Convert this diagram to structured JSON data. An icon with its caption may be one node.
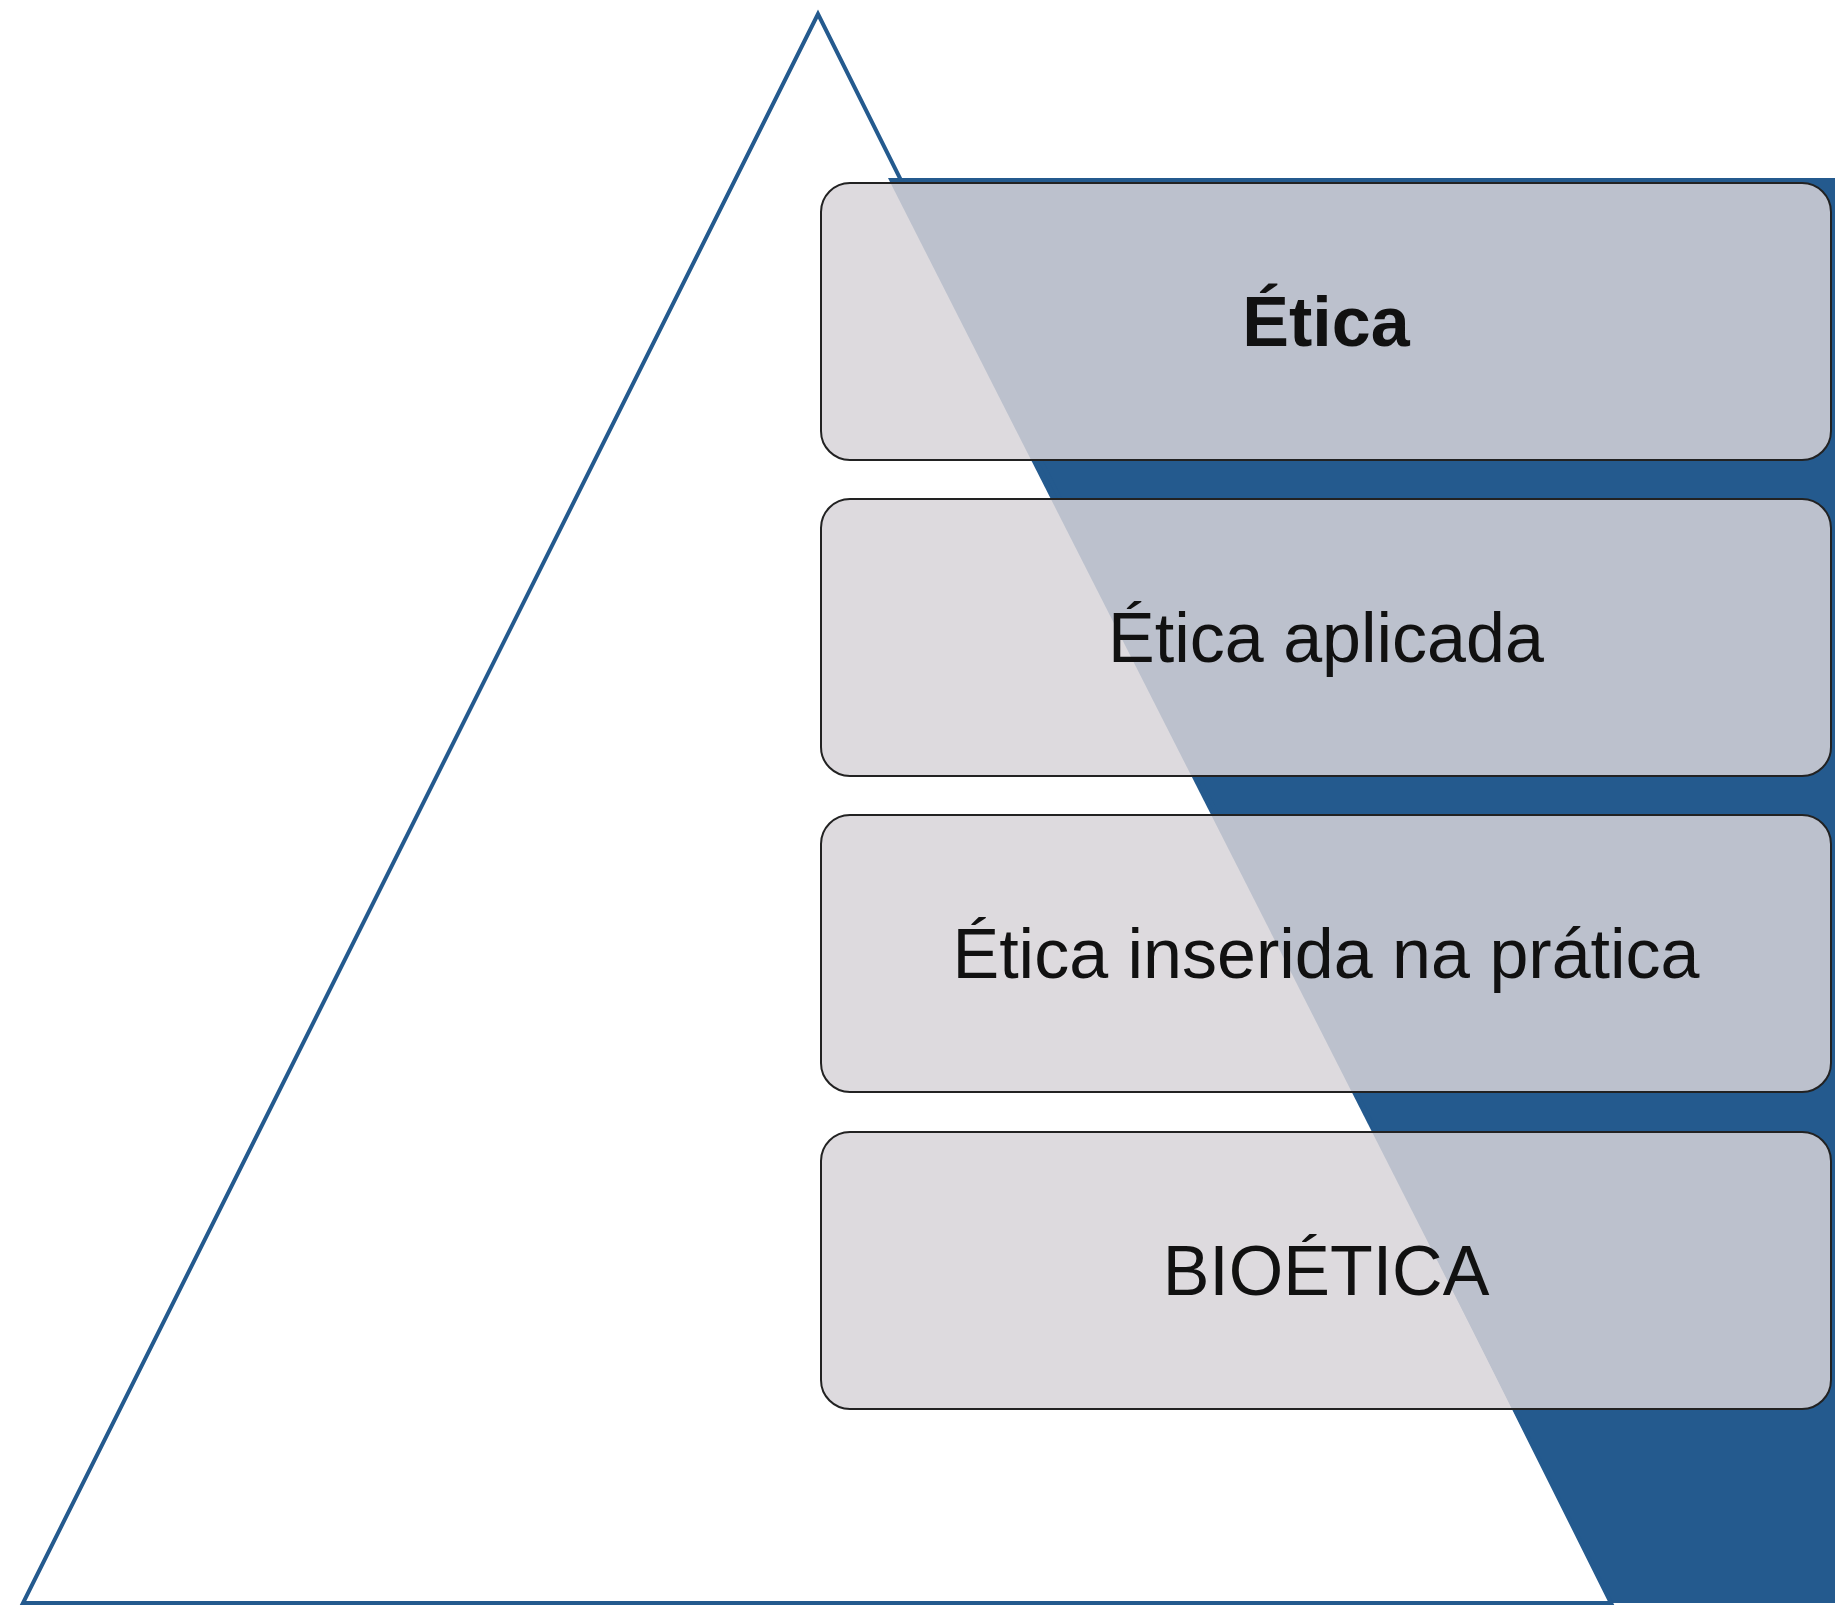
{
  "diagram": {
    "nodes": [
      {
        "text": [
          "Ética"
        ]
      },
      {
        "text": [
          "Ética aplicada"
        ]
      },
      {
        "text": [
          "Ética inserida na prática"
        ]
      },
      {
        "text": [
          "BIOÉTICA"
        ]
      }
    ]
  }
}
